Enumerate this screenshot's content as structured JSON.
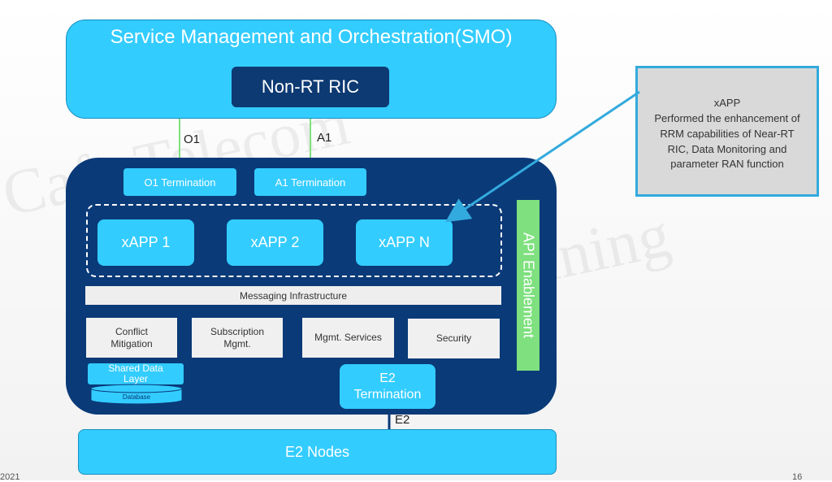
{
  "smo": {
    "title": "Service Management and Orchestration(SMO)",
    "non_rt_ric": "Non-RT RIC"
  },
  "interfaces": {
    "o1": "O1",
    "a1": "A1",
    "e2": "E2"
  },
  "ric": {
    "terminations": {
      "o1": "O1 Termination",
      "a1": "A1 Termination",
      "e2_line1": "E2",
      "e2_line2": "Termination"
    },
    "xapps": [
      "xAPP 1",
      "xAPP 2",
      "xAPP N"
    ],
    "messaging": "Messaging Infrastructure",
    "services": {
      "conflict_line1": "Conflict",
      "conflict_line2": "Mitigation",
      "subscription_line1": "Subscription",
      "subscription_line2": "Mgmt.",
      "mgmt": "Mgmt. Services",
      "security": "Security"
    },
    "shared_data_line1": "Shared Data",
    "shared_data_line2": "Layer",
    "database": "Database",
    "api_enablement": "API Enablement"
  },
  "e2_nodes": "E2 Nodes",
  "callout": {
    "title": "xAPP",
    "line1": "Performed the enhancement of",
    "line2": "RRM capabilities of Near-RT",
    "line3": "RIC, Data Monitoring and",
    "line4": "parameter RAN function"
  },
  "footer": {
    "year": "2021",
    "page": "16"
  },
  "colors": {
    "light_blue": "#33ccff",
    "navy": "#0a3a78",
    "dark_navy": "#0d3a73",
    "green": "#7ee07e",
    "callout_border": "#33aadd"
  }
}
